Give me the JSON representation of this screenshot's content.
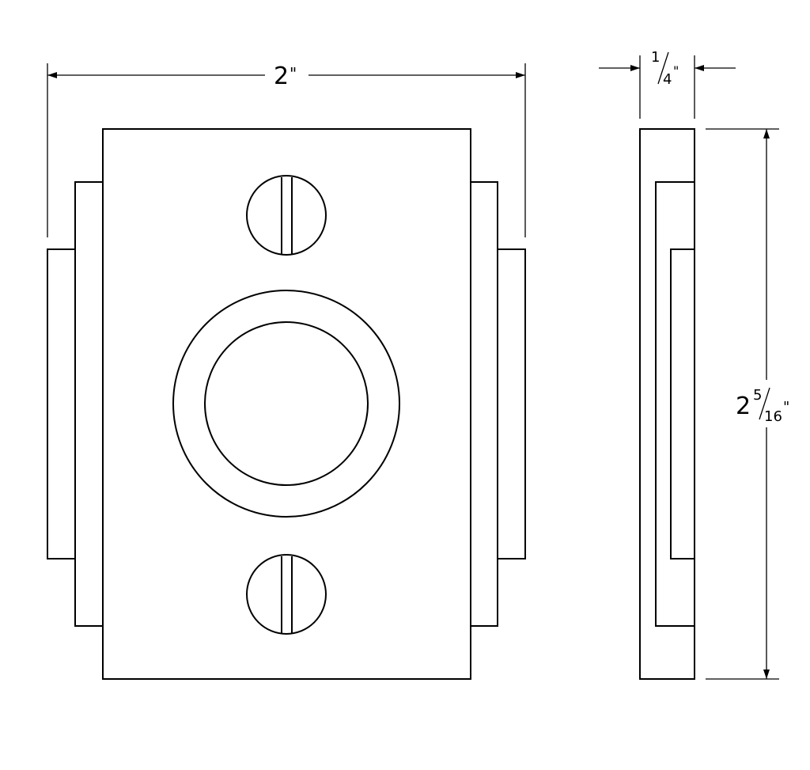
{
  "drawing": {
    "width_dimension": {
      "whole": "2",
      "unit": "\""
    },
    "thickness_dimension": {
      "numerator": "1",
      "denominator": "4",
      "unit": "\""
    },
    "height_dimension": {
      "whole": "2",
      "numerator": "5",
      "denominator": "16",
      "unit": "\""
    }
  }
}
